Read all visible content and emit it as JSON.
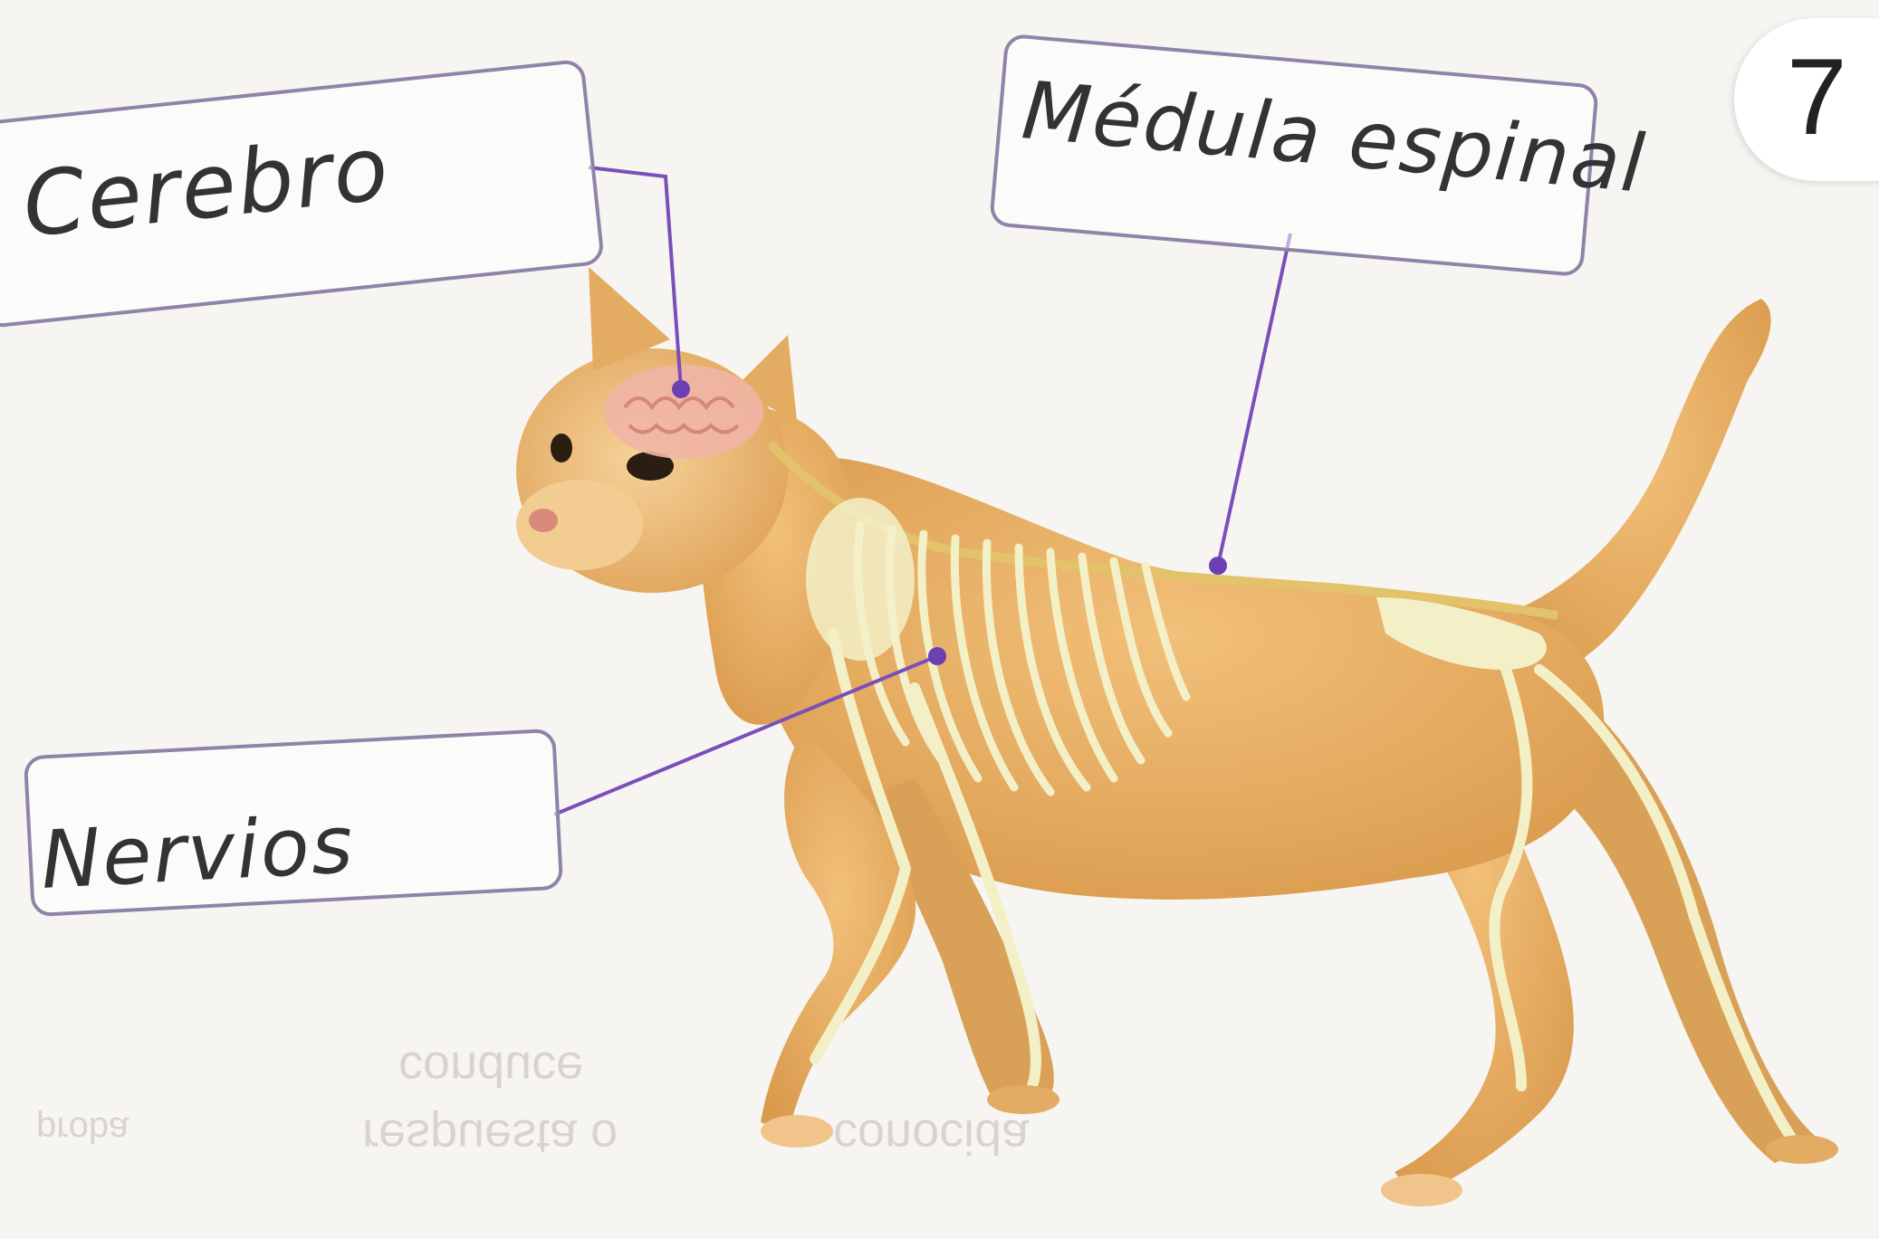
{
  "labels": {
    "brain": "Cerebro",
    "spinal_cord": "Médula espinal",
    "nerves": "Nervios"
  },
  "page_number": "7",
  "bleed_through": [
    "conduce",
    "respuesta o",
    "conocida",
    "proba"
  ],
  "colors": {
    "label_border": "#8f84a8",
    "pointer_line": "#7a4fb8",
    "cat_fur": "#e9b46a",
    "bone": "#f3f0c8",
    "brain": "#f0b5a5"
  }
}
